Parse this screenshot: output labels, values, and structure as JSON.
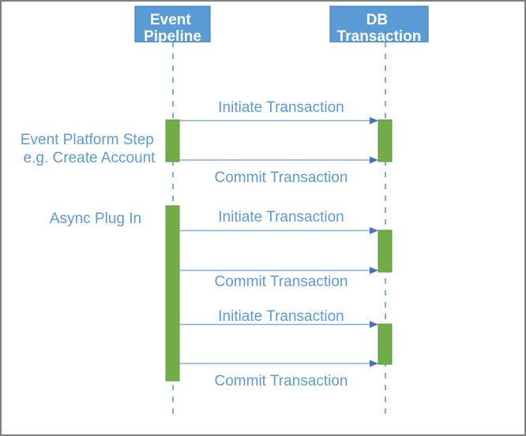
{
  "diagram": {
    "actors": [
      {
        "name": "Event Pipeline",
        "lines": [
          "Event",
          "Pipeline"
        ]
      },
      {
        "name": "DB Transaction",
        "lines": [
          "DB",
          "Transaction"
        ]
      }
    ],
    "messages": [
      {
        "label": "Initiate Transaction",
        "from": "Event Pipeline",
        "to": "DB Transaction"
      },
      {
        "label": "Commit Transaction",
        "from": "Event Pipeline",
        "to": "DB Transaction"
      },
      {
        "label": "Initiate Transaction",
        "from": "Event Pipeline",
        "to": "DB Transaction"
      },
      {
        "label": "Commit Transaction",
        "from": "Event Pipeline",
        "to": "DB Transaction"
      },
      {
        "label": "Initiate Transaction",
        "from": "Event Pipeline",
        "to": "DB Transaction"
      },
      {
        "label": "Commit Transaction",
        "from": "Event Pipeline",
        "to": "DB Transaction"
      }
    ],
    "annotations": [
      {
        "lines": [
          "Event Platform Step",
          "e.g. Create Account"
        ]
      },
      {
        "lines": [
          "Async Plug In"
        ]
      }
    ],
    "colors": {
      "actor_fill": "#5B9BD5",
      "actor_border": "#4A86C5",
      "actor_text": "#FFFFFF",
      "label_text": "#5B9BD5",
      "lifeline": "#5B9BD5",
      "message_line": "#84ADDC",
      "arrowhead": "#4472C4",
      "activation_fill": "#70AD47",
      "activation_border": "#61973C",
      "frame_border": "#7F7F7F",
      "background": "#FFFFFF"
    }
  }
}
